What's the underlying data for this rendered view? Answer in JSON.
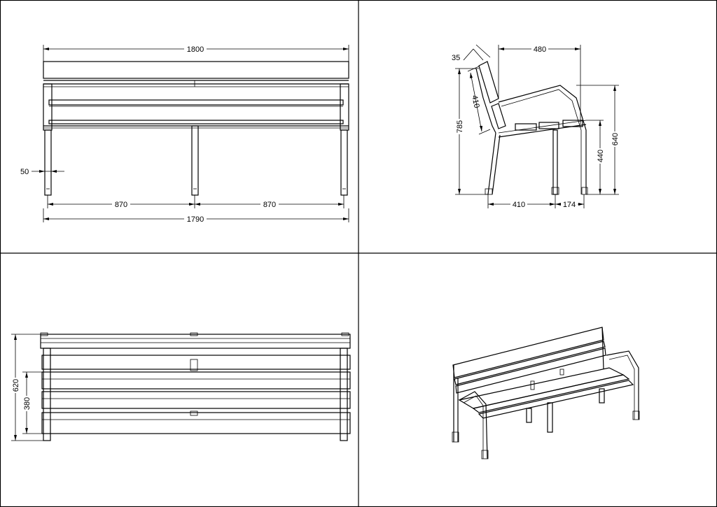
{
  "colors": {
    "line": "#000000",
    "background": "#ffffff"
  },
  "front_view": {
    "overall_width": "1800",
    "leg_offset": "50",
    "span_left": "870",
    "span_right": "870",
    "leg_distance": "1790"
  },
  "side_view": {
    "backrest_thickness": "35",
    "seat_depth": "480",
    "backrest_height": "410",
    "total_height": "785",
    "armrest_height": "640",
    "seat_height": "440",
    "base_front": "410",
    "base_rear": "174"
  },
  "top_view": {
    "overall_depth": "620",
    "seat_depth": "380"
  }
}
